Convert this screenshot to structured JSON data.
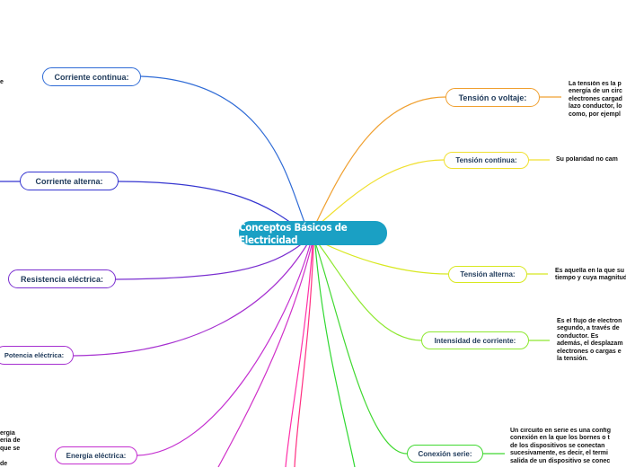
{
  "central": {
    "label": "Conceptos Básicos de Electricidad",
    "color": "#1aa0c4"
  },
  "left_nodes": [
    {
      "label": "Corriente continua:",
      "color": "#2f6bd6"
    },
    {
      "label": "Corriente alterna:",
      "color": "#3535d0"
    },
    {
      "label": "Resistencia eléctrica:",
      "color": "#7a2fd0"
    },
    {
      "label": "Potencia eléctrica:",
      "color": "#a52fd0"
    },
    {
      "label": "Energía eléctrica:",
      "color": "#c42fd0"
    }
  ],
  "right_nodes": [
    {
      "label": "Tensión o voltaje:",
      "color": "#f0a030"
    },
    {
      "label": "Tensión continua:",
      "color": "#f0e030"
    },
    {
      "label": "Tensión alterna:",
      "color": "#d8e820"
    },
    {
      "label": "Intensidad de corriente:",
      "color": "#8ee830"
    },
    {
      "label": "Conexión serie:",
      "color": "#40d830"
    }
  ],
  "notes": {
    "left_corriente_continua": "e",
    "left_energia": "ergía\neria de\nque se\n\nde",
    "tension_voltaje": "La tensión es la p\nenergía de un circ\nelectrones cargad\nlazo conductor, lo\ncomo, por ejempl",
    "tension_continua": "Su polaridad no cam",
    "tension_alterna": "Es aquella en la que su\ntiempo y cuya magnitud",
    "intensidad": "Es el flujo de electron\nsegundo, a través de\nconductor. Es\nademás, el desplazam\nelectrones o cargas e\nla tensión.",
    "conexion_serie": "Un circuito en serie es una config\nconexión en la que los bornes o t\nde los dispositivos se conectan\nsucesivamente, es decir, el termi\nsalida de un dispositivo se conec"
  },
  "bottom_branch_colors": [
    "#d030c8",
    "#ff2fa8",
    "#ff2f80",
    "#2fd830"
  ]
}
